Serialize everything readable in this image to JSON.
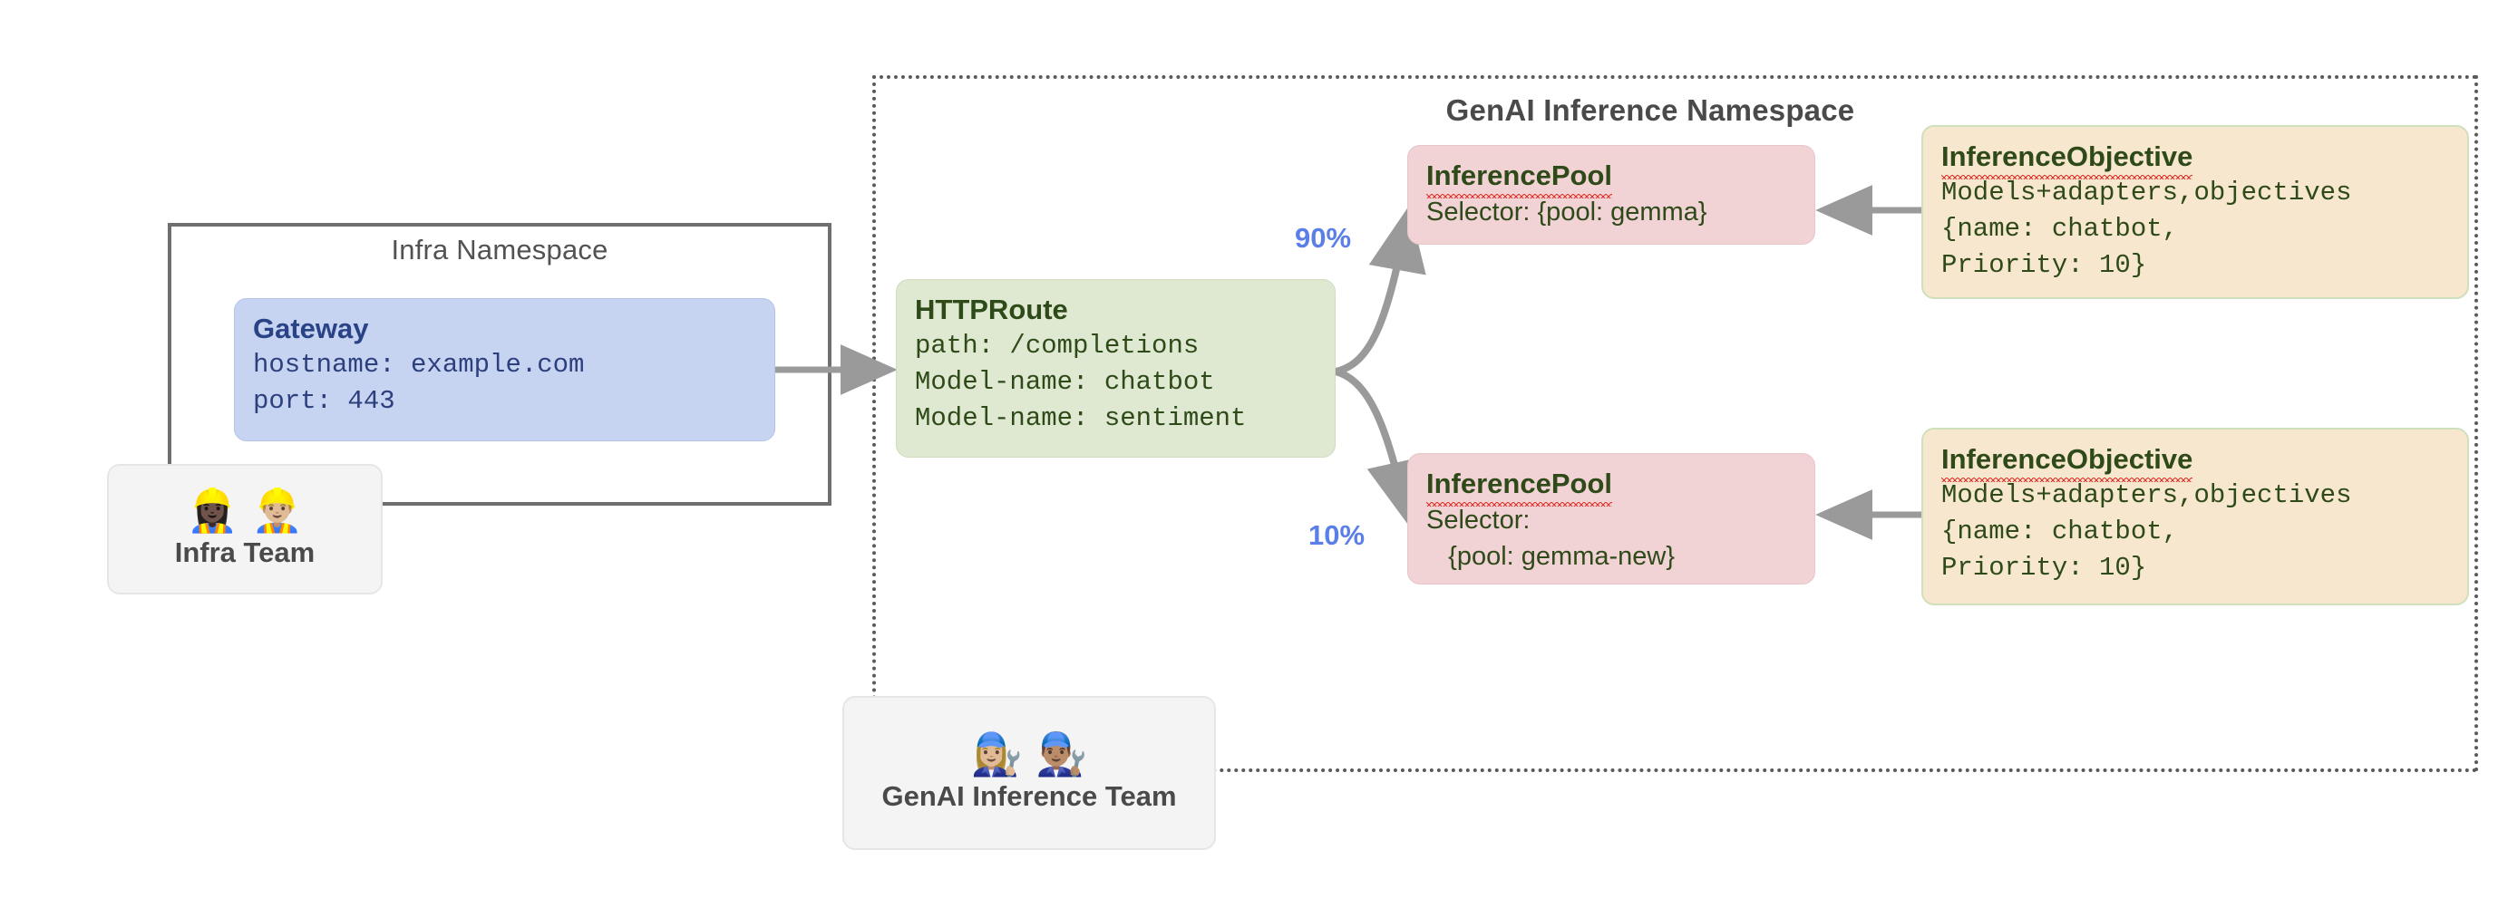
{
  "namespaces": {
    "infra": {
      "label": "Infra Namespace",
      "border_style": "solid",
      "border_color": "#6f6f6f"
    },
    "genai": {
      "label": "GenAI Inference Namespace",
      "border_style": "dotted",
      "border_color": "#5a5a5a"
    }
  },
  "resources": {
    "gateway": {
      "kind": "Gateway",
      "lines": [
        "hostname: example.com",
        "port: 443"
      ],
      "fill": "#c6d4f2",
      "text_color": "#2a4286"
    },
    "httproute": {
      "kind": "HTTPRoute",
      "lines": [
        "path: /completions",
        "Model-name: chatbot",
        "Model-name: sentiment"
      ],
      "fill": "#dfe9d2",
      "text_color": "#2f4a19"
    },
    "pools": [
      {
        "kind": "InferencePool",
        "lines": [
          "Selector: {pool: gemma}"
        ],
        "fill": "#f1d2d5",
        "text_color": "#2f4a19",
        "misspelled_title": true
      },
      {
        "kind": "InferencePool",
        "lines": [
          "Selector:",
          "   {pool: gemma-new}"
        ],
        "fill": "#f1d2d5",
        "text_color": "#2f4a19",
        "misspelled_title": true
      }
    ],
    "objectives": [
      {
        "kind": "InferenceObjective",
        "lines": [
          "Models+adapters,objectives",
          "{name: chatbot,",
          "Priority: 10}"
        ],
        "fill": "#f7e7ce",
        "border_color": "#cfe0bc",
        "text_color": "#2f4a19",
        "misspelled_title": true
      },
      {
        "kind": "InferenceObjective",
        "lines": [
          "Models+adapters,objectives",
          "{name: chatbot,",
          "Priority: 10}"
        ],
        "fill": "#f7e7ce",
        "border_color": "#cfe0bc",
        "text_color": "#2f4a19",
        "misspelled_title": true
      }
    ]
  },
  "traffic_split": {
    "accent_color": "#5b7fe8",
    "weights": [
      {
        "label": "90%",
        "target": "InferencePool {pool: gemma}"
      },
      {
        "label": "10%",
        "target": "InferencePool {pool: gemma-new}"
      }
    ]
  },
  "teams": [
    {
      "id": "infra-team",
      "label": "Infra Team",
      "emojis": "👷🏿‍♀️👷🏼‍♂️",
      "icon_names": [
        "construction-worker-woman-icon",
        "construction-worker-man-icon"
      ]
    },
    {
      "id": "genai-team",
      "label": "GenAI Inference Team",
      "emojis": "👩🏼‍🔧👨🏽‍🔧",
      "icon_names": [
        "mechanic-woman-icon",
        "mechanic-man-icon"
      ]
    }
  ],
  "connector_color": "#9a9a9a"
}
